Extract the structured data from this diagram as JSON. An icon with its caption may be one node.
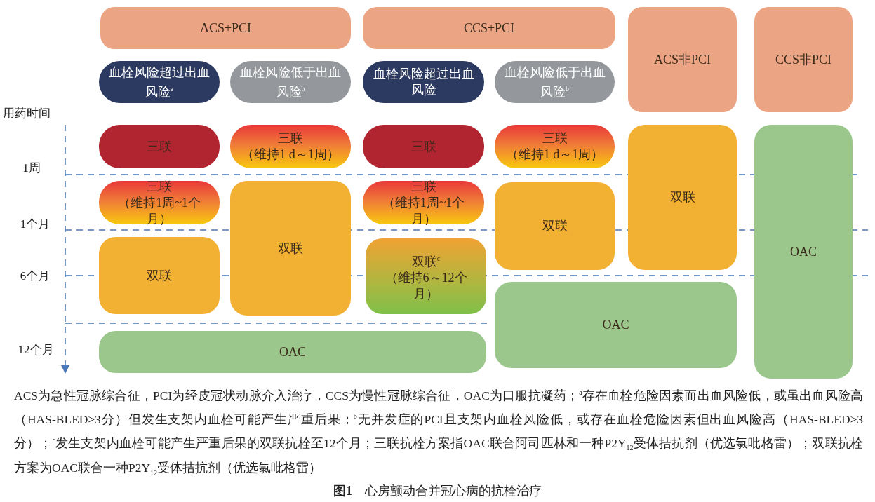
{
  "diagram": {
    "caption": "**图1**　心房颤动合并冠心病的抗栓治疗",
    "nodes": [
      {
        "text": [
          "ACS+PCI"
        ]
      },
      {
        "text": [
          "CCS+PCI"
        ]
      },
      {
        "text": [
          "ACS非PCI"
        ]
      },
      {
        "text": [
          "CCS非PCI"
        ]
      },
      {
        "text": [
          "血栓风险超过出血风险$^{a}$"
        ]
      },
      {
        "text": [
          "血栓风险低于出血风险$^{b}$"
        ]
      },
      {
        "text": [
          "血栓风险超过出血风险"
        ]
      },
      {
        "text": [
          "血栓风险低于出血风险$^{b}$"
        ]
      },
      {
        "text": [
          "三联"
        ]
      },
      {
        "text": [
          "三联",
          "（维持1 d～1周）"
        ]
      },
      {
        "text": [
          "三联"
        ]
      },
      {
        "text": [
          "三联",
          "（维持1 d～1周）"
        ]
      },
      {
        "text": [
          "双联"
        ]
      },
      {
        "text": [
          "OAC"
        ]
      },
      {
        "text": [
          "三联",
          "（维持1周~1个月）"
        ]
      },
      {
        "text": [
          "双联"
        ]
      },
      {
        "text": [
          "三联",
          "（维持1周~1个月）"
        ]
      },
      {
        "text": [
          "双联"
        ]
      },
      {
        "text": [
          "双联$^{c}$",
          "（维持6～12个月）"
        ]
      },
      {
        "text": [
          "双联"
        ]
      },
      {
        "text": [
          "OAC"
        ]
      },
      {
        "text": [
          "OAC"
        ]
      }
    ],
    "labels": [
      "用药时间",
      "1周",
      "1个月",
      "6个月",
      "12个月",
      "ACS为急性冠脉综合征，PCI为经皮冠状动脉介入治疗，CCS为慢性冠脉综合征，OAC为口服抗凝药；$^{a}$存在血栓危险因素而出血风险低，或虽出血风险高（HAS-BLED≥3分）但发生支架内血栓可能产生严重后果；$^{b}$无并发症的PCI且支架内血栓风险低，或存在血栓危险因素但出血风险高（HAS-BLED≥3分）；$^{c}$发生支架内血栓可能产生严重后果的双联抗栓至12个月；三联抗栓方案指OAC联合阿司匹林和一种P2Y$_{12}$受体拮抗剂（优选氯吡格雷）；双联抗栓方案为OAC联合一种P2Y$_{12}$受体拮抗剂（优选氯吡格雷）"
    ]
  }
}
